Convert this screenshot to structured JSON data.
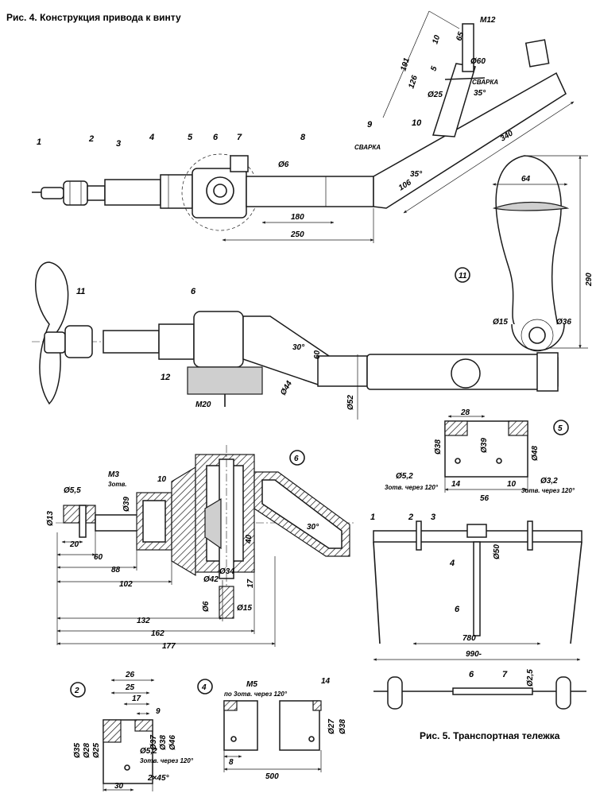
{
  "fig4_caption": "Рис. 4. Конструкция привода к винту",
  "fig5_caption": "Рис. 5. Транспортная тележка",
  "labels": {
    "weld_1": "СВАРКА",
    "weld_2": "СВАРКА",
    "thread_m12": "М12",
    "thread_m3": "М3",
    "thread_m3_holes": "3отв.",
    "thread_m5": "М5",
    "m5_holes": "по 3отв. через 120°",
    "m20": "М20",
    "holes_part5_left": "3отв. через 120°",
    "holes_part5_right": "3отв. через 120°",
    "holes_part2": "3отв. через 120°",
    "chamfer": "2×45°"
  },
  "part_numbers": {
    "p1": "1",
    "p2": "2",
    "p3": "3",
    "p4": "4",
    "p5": "5",
    "p6": "6",
    "p7": "7",
    "p8": "8",
    "p9": "9",
    "p10": "10",
    "p11": "11",
    "p12": "12",
    "circle_11": "11",
    "circle_6": "6",
    "circle_5": "5",
    "circle_2": "2",
    "circle_4": "4",
    "cart_1": "1",
    "cart_2": "2",
    "cart_3": "3",
    "cart_4": "4",
    "cart_6": "6",
    "axle_6": "6",
    "axle_7": "7"
  },
  "dims_top": {
    "d191": "191",
    "d126": "126",
    "d10": "10",
    "d5": "5",
    "d65": "65",
    "phi60": "Ø60",
    "phi25": "Ø25",
    "a35_top": "35°",
    "d340": "340",
    "a35": "35°",
    "d106": "106",
    "phi6": "Ø6",
    "d180": "180",
    "d250": "250"
  },
  "dims_side": {
    "a30": "30°",
    "d60": "60",
    "phi44": "Ø44",
    "phi52": "Ø52"
  },
  "dims_blade": {
    "d64": "64",
    "d290": "290",
    "phi15": "Ø15",
    "phi36": "Ø36"
  },
  "dims_section6": {
    "phi55": "Ø5,5",
    "phi13": "Ø13",
    "d20": "20",
    "d10": "10",
    "phi39": "Ø39",
    "d60": "60",
    "d88": "88",
    "d102": "102",
    "d132": "132",
    "d162": "162",
    "d177": "177",
    "a30": "30°",
    "d40": "40",
    "phi34": "Ø34",
    "phi42": "Ø42",
    "d17": "17",
    "phi6": "Ø6",
    "phi15": "Ø15"
  },
  "dims_part5": {
    "d28": "28",
    "phi38": "Ø38",
    "phi39": "Ø39",
    "phi48": "Ø48",
    "phi52": "Ø5,2",
    "phi32": "Ø3,2",
    "d14": "14",
    "d10": "10",
    "d56": "56"
  },
  "dims_cart": {
    "phi50": "Ø50",
    "d780": "780",
    "d990": "990-",
    "phi25": "Ø2,5"
  },
  "dims_part2": {
    "d26": "26",
    "d25": "25",
    "d17": "17",
    "d9": "9",
    "phi35": "Ø35",
    "phi28": "Ø28",
    "phi25": "Ø25",
    "phi37": "Ø37",
    "phi38": "Ø38",
    "phi46": "Ø46",
    "phi52": "Ø5,2",
    "d30": "30"
  },
  "dims_part4": {
    "d14": "14",
    "phi27": "Ø27",
    "phi38": "Ø38",
    "d8": "8",
    "d500": "500"
  }
}
